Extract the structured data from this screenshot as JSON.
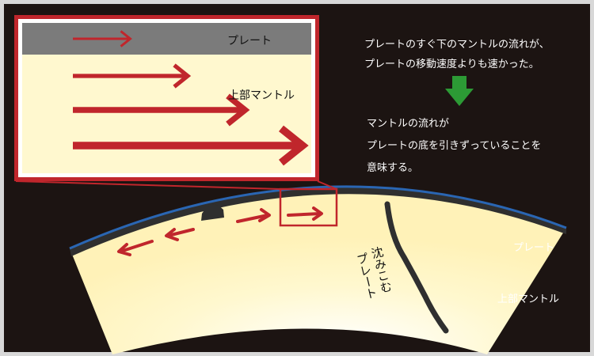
{
  "colors": {
    "background": "#1c1412",
    "outer_border": "#d8d8d8",
    "mantle_fill": "#fff8cf",
    "plate_gray": "#7b7b7b",
    "plate_dark": "#2f2f2f",
    "plate_edge_blue": "#2a66b3",
    "arrow_red": "#c0262c",
    "callout_red": "#c0262c",
    "green_arrow": "#2c9a35",
    "text_white": "#ffffff",
    "text_dark": "#111111"
  },
  "inset": {
    "plate_label": "プレート",
    "mantle_label": "上部マントル",
    "arrow_strengths": [
      1,
      2,
      3,
      4
    ]
  },
  "explanation": {
    "line1": "プレートのすぐ下のマントルの流れが、",
    "line2": "プレートの移動速度よりも速かった。",
    "conclusion1": "マントルの流れが",
    "conclusion2": "プレートの底を引きずっていることを",
    "conclusion3": "意味する。"
  },
  "cross_section": {
    "sinking_plate_line1": "沈みこむ",
    "sinking_plate_line2": "プレート",
    "plate_label": "プレート",
    "mantle_label": "上部マントル"
  }
}
